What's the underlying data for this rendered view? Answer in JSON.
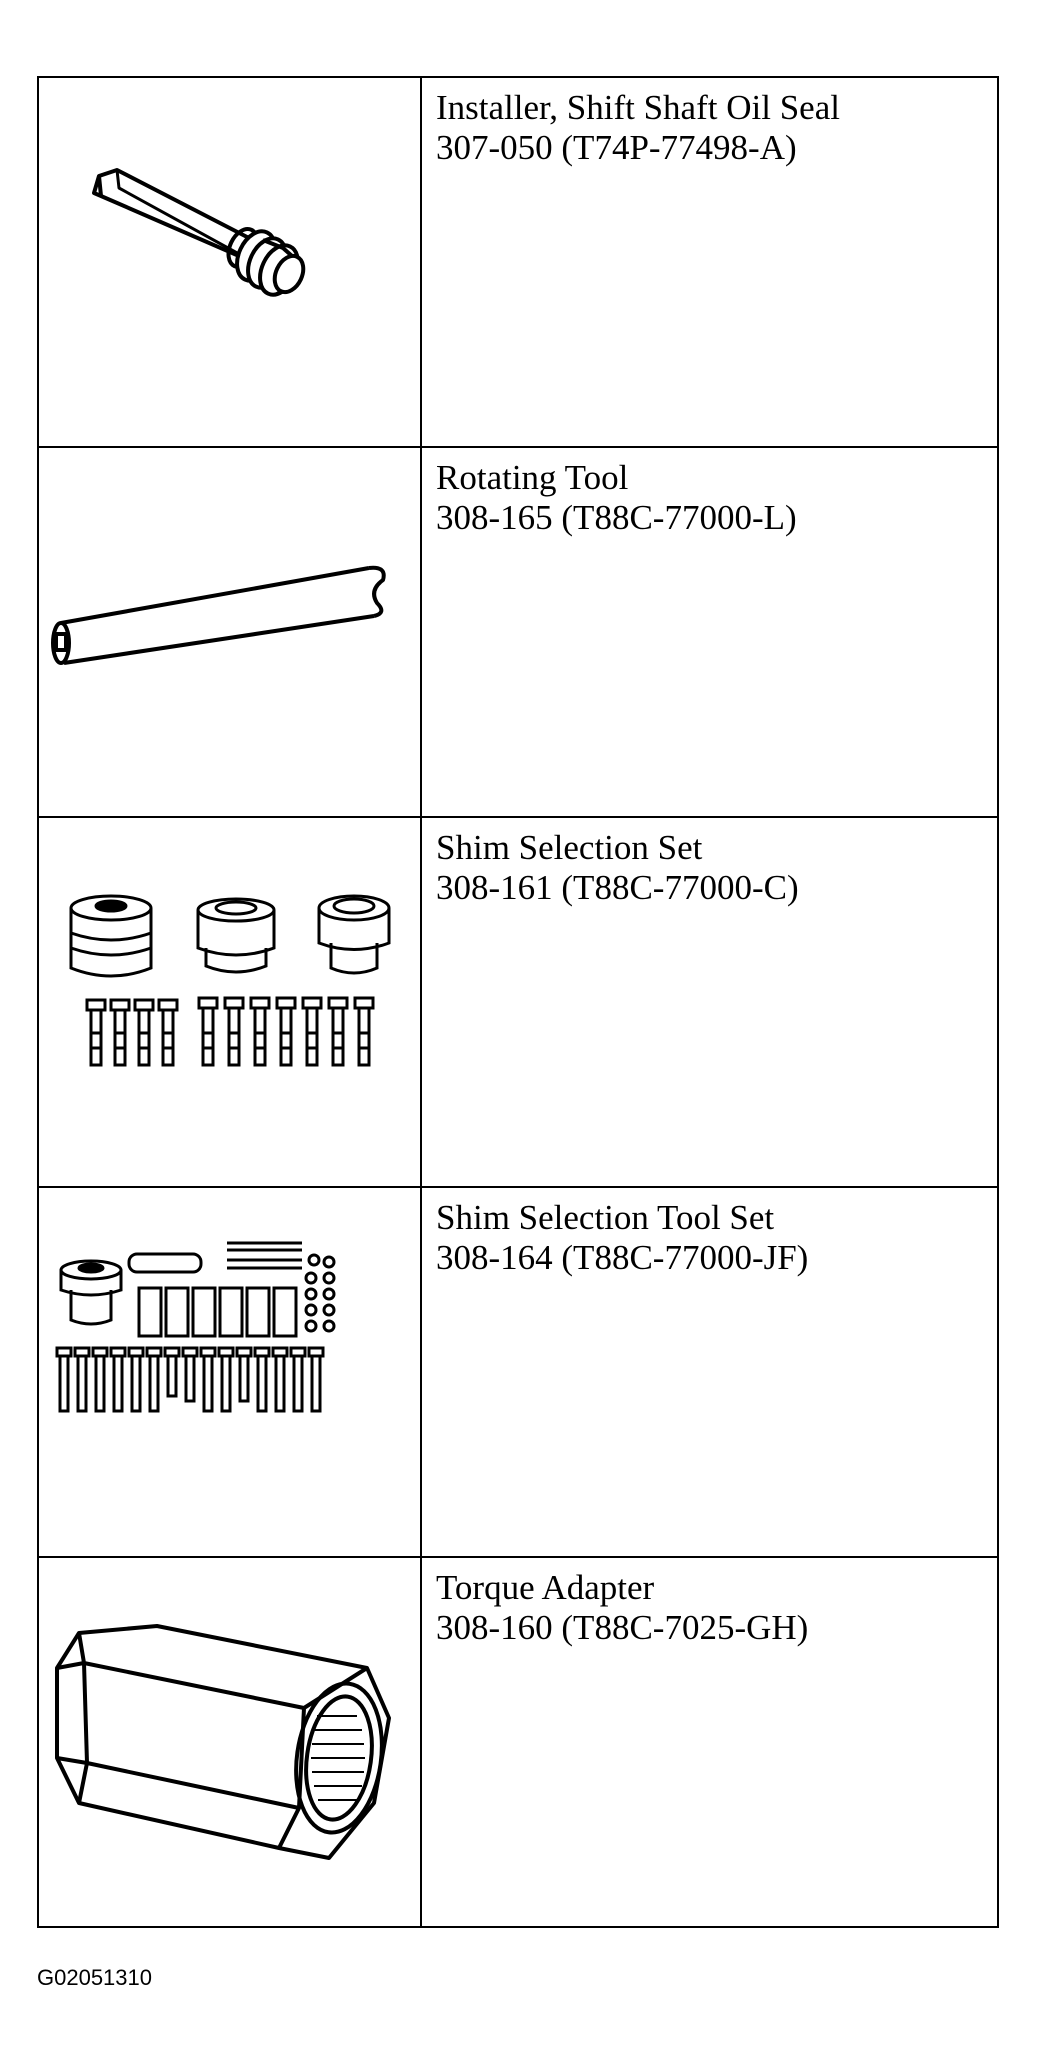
{
  "tools": [
    {
      "name": "Installer, Shift Shaft Oil Seal",
      "part": "307-050 (T74P-77498-A)",
      "icon": "seal-installer-icon"
    },
    {
      "name": "Rotating Tool",
      "part": "308-165 (T88C-77000-L)",
      "icon": "rotating-tool-icon"
    },
    {
      "name": "Shim Selection Set",
      "part": "308-161 (T88C-77000-C)",
      "icon": "shim-selection-set-icon"
    },
    {
      "name": "Shim Selection Tool Set",
      "part": "308-164 (T88C-77000-JF)",
      "icon": "shim-selection-tool-set-icon"
    },
    {
      "name": "Torque Adapter",
      "part": "308-160 (T88C-7025-GH)",
      "icon": "torque-adapter-icon"
    }
  ],
  "figure_id": "G02051310"
}
